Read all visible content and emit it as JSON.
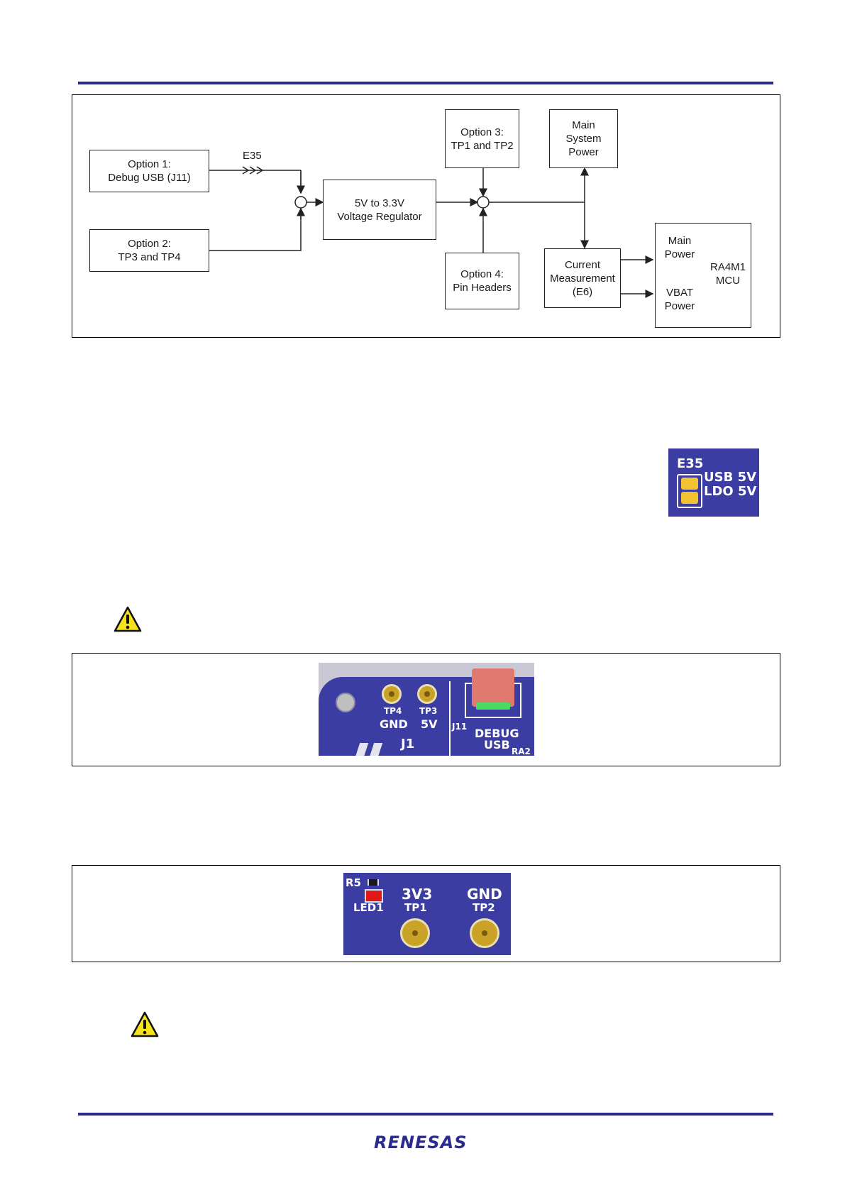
{
  "diagram": {
    "option1": [
      "Option 1:",
      "Debug USB (J11)"
    ],
    "option2": [
      "Option 2:",
      "TP3 and TP4"
    ],
    "option3": [
      "Option 3:",
      "TP1 and TP2"
    ],
    "option4": [
      "Option 4:",
      "Pin Headers"
    ],
    "regulator": [
      "5V to 3.3V",
      "Voltage Regulator"
    ],
    "main_system_power": [
      "Main",
      "System",
      "Power"
    ],
    "current_measurement": [
      "Current",
      "Measurement",
      "(E6)"
    ],
    "main_power": [
      "Main",
      "Power"
    ],
    "vbat_power": [
      "VBAT",
      "Power"
    ],
    "mcu": [
      "RA4M1",
      "MCU"
    ],
    "jumper_label": "E35"
  },
  "e35_board": {
    "label": "E35",
    "usb": "USB 5V",
    "ldo": "LDO 5V"
  },
  "usb_board": {
    "tp4": "TP4",
    "tp3": "TP3",
    "gnd": "GND",
    "v5": "5V",
    "j1": "J1",
    "j11": "J11",
    "debug": "DEBUG",
    "usb": "USB",
    "ra": "RA2"
  },
  "tp_board": {
    "r5": "R5",
    "led1": "LED1",
    "v33": "3V3",
    "tp1": "TP1",
    "gnd": "GND",
    "tp2": "TP2"
  },
  "footer": {
    "logo": "RENESAS"
  },
  "colors": {
    "rule": "#2b2b8f",
    "board": "#3b3da3",
    "pad": "#c9a227",
    "warning": "#f5e21b"
  }
}
